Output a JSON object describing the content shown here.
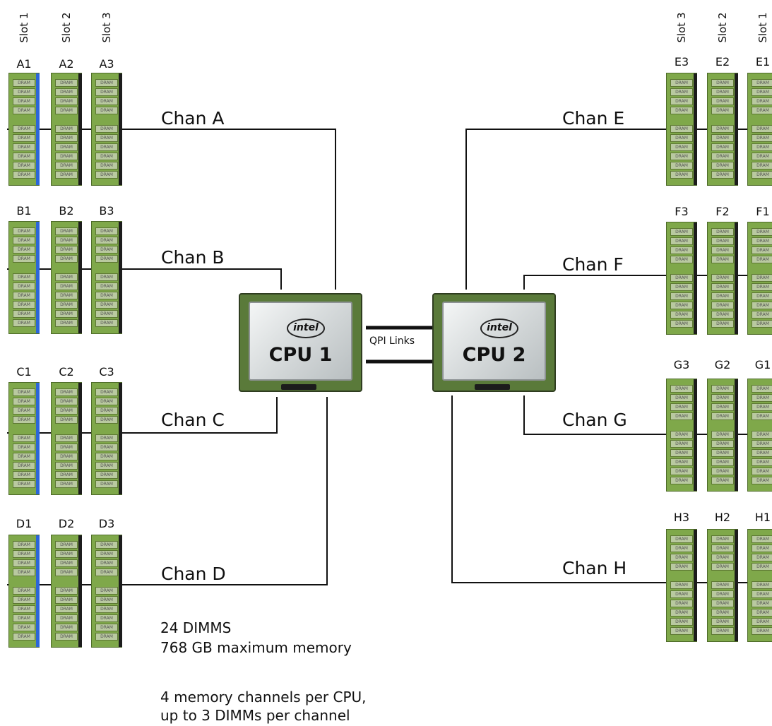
{
  "left_bank": {
    "slot_headers": [
      "Slot 1",
      "Slot 2",
      "Slot 3"
    ],
    "groups": [
      {
        "labels": [
          "A1",
          "A2",
          "A3"
        ],
        "channel": "Chan A"
      },
      {
        "labels": [
          "B1",
          "B2",
          "B3"
        ],
        "channel": "Chan B"
      },
      {
        "labels": [
          "C1",
          "C2",
          "C3"
        ],
        "channel": "Chan C"
      },
      {
        "labels": [
          "D1",
          "D2",
          "D3"
        ],
        "channel": "Chan D"
      }
    ]
  },
  "right_bank": {
    "slot_headers": [
      "Slot 3",
      "Slot 2",
      "Slot 1"
    ],
    "groups": [
      {
        "labels": [
          "E3",
          "E2",
          "E1"
        ],
        "channel": "Chan E"
      },
      {
        "labels": [
          "F3",
          "F2",
          "F1"
        ],
        "channel": "Chan F"
      },
      {
        "labels": [
          "G3",
          "G2",
          "G1"
        ],
        "channel": "Chan G"
      },
      {
        "labels": [
          "H3",
          "H2",
          "H1"
        ],
        "channel": "Chan H"
      }
    ]
  },
  "chip_text": "DRAM",
  "cpus": [
    {
      "logo": "intel",
      "name": "CPU 1"
    },
    {
      "logo": "intel",
      "name": "CPU 2"
    }
  ],
  "qpi_label": "QPI Links",
  "notes": {
    "dimm_count": "24 DIMMS",
    "max_memory": "768 GB maximum memory",
    "channels_line1": "4 memory channels per CPU,",
    "channels_line2": "up to 3 DIMMs per channel"
  },
  "colors": {
    "dimm_pcb": "#7fa84a",
    "slot_1_marker": "#2c66d8",
    "slot_marker": "#1c1c1c",
    "cpu_substrate": "#5a7a3a"
  }
}
